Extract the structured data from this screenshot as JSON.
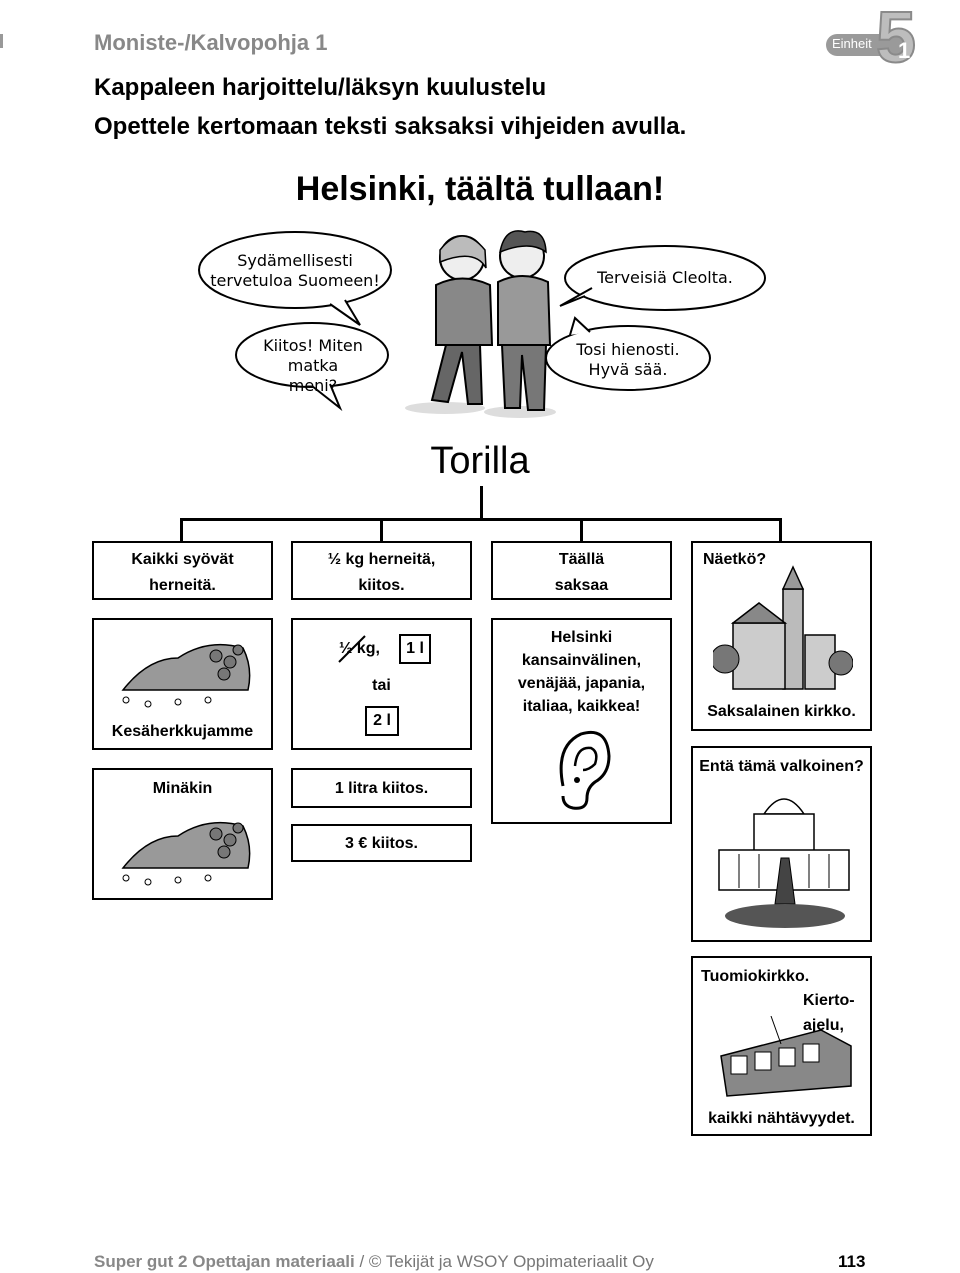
{
  "header": {
    "title": "Moniste-/Kalvopohja 1",
    "badge_label": "Einheit",
    "badge_number": "5",
    "badge_sub": "1"
  },
  "headings": {
    "line1": "Kappaleen harjoittelu/läksyn kuulustelu",
    "line2": "Opettele kertomaan teksti saksaksi vihjeiden avulla.",
    "title": "Helsinki, täältä tullaan!"
  },
  "bubbles": {
    "b1": "Sydämellisesti tervetuloa Suomeen!",
    "b2": "Kiitos! Miten matka meni?",
    "b3": "Terveisiä Cleolta.",
    "b4": "Tosi hienosti. Hyvä sää."
  },
  "section": {
    "title": "Torilla"
  },
  "col1": {
    "top": "Kaikki syövät herneitä.",
    "mid": "Kesäherkkujamme",
    "bottom": "Minäkin"
  },
  "col2": {
    "top": "½ kg herneitä, kiitos.",
    "mid_a": "½ kg,",
    "mid_box1": "1 l",
    "mid_or": "tai",
    "mid_box2": "2 l",
    "bottom1": "1 litra kiitos.",
    "bottom2": "3 € kiitos."
  },
  "col3": {
    "top": "Täällä saksaa",
    "mid": "Helsinki kansainvälinen, venäjää, japania, italiaa, kaikkea!"
  },
  "col4": {
    "top": "Näetkö?",
    "church": "Saksalainen kirkko.",
    "white_q": "Entä tämä valkoinen?",
    "cathedral": "Tuomiokirkko.",
    "tour": "Kierto-ajelu,",
    "sights": "kaikki nähtävyydet."
  },
  "footer": {
    "book": "Super gut 2 Opettajan materiaali",
    "copyright": " / © Tekijät ja WSOY Oppimateriaalit Oy",
    "page": "113"
  }
}
